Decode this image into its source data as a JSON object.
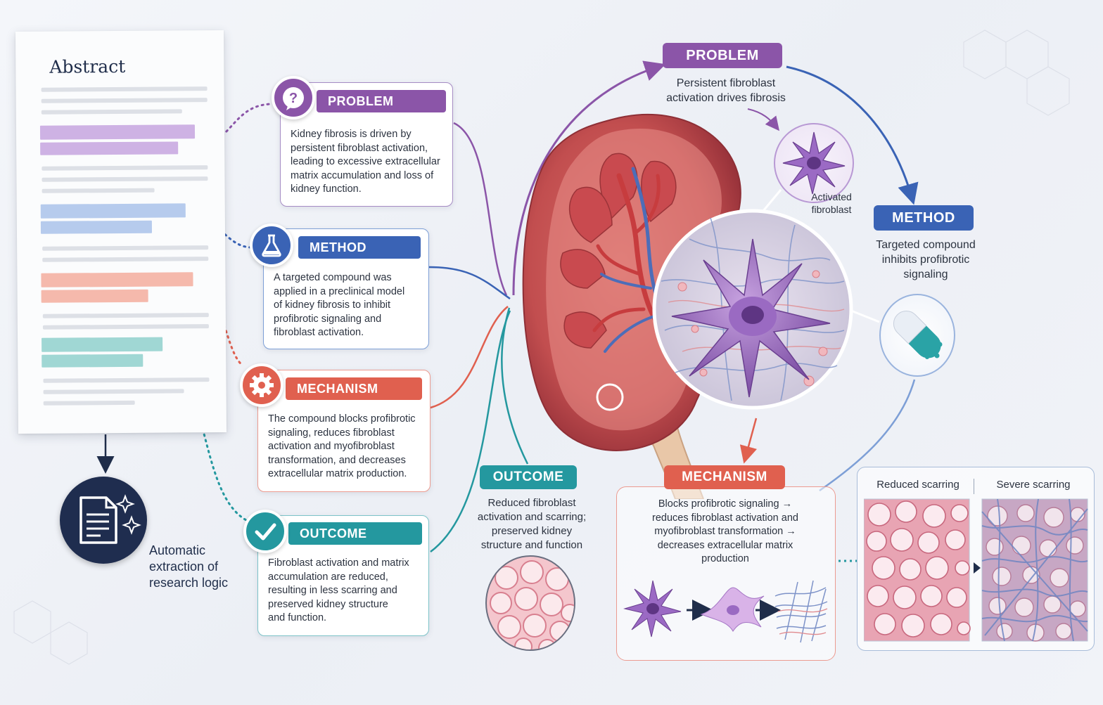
{
  "abstract": {
    "title": "Abstract"
  },
  "auto_extraction": {
    "label": "Automatic\nextraction of\nresearch logic"
  },
  "cards": {
    "problem": {
      "label": "PROBLEM",
      "text": "Kidney fibrosis is driven by\npersistent fibroblast activation,\nleading to excessive extracellular\nmatrix accumulation and loss of\nkidney function."
    },
    "method": {
      "label": "METHOD",
      "text": "A targeted compound was\napplied in a preclinical model\nof kidney fibrosis to inhibit\nprofibrotic signaling and\nfibroblast activation."
    },
    "mechanism": {
      "label": "MECHANISM",
      "text": "The compound blocks profibrotic\nsignaling, reduces fibroblast\nactivation and myofibroblast\ntransformation, and decreases\nextracellular matrix production."
    },
    "outcome": {
      "label": "OUTCOME",
      "text": "Fibroblast activation and matrix\naccumulation are reduced,\nresulting in less scarring and\npreserved kidney structure\nand function."
    }
  },
  "diagram": {
    "problem": {
      "label": "PROBLEM",
      "text": "Persistent fibroblast\nactivation drives fibrosis"
    },
    "activated": {
      "label": "Activated\nfibroblast"
    },
    "method": {
      "label": "METHOD",
      "text": "Targeted compound\ninhibits profibrotic\nsignaling"
    },
    "outcome": {
      "label": "OUTCOME",
      "text": "Reduced fibroblast\nactivation and scarring;\npreserved kidney\nstructure and function"
    },
    "mechanism": {
      "label": "MECHANISM",
      "text": "Blocks profibrotic signaling →\nreduces fibroblast activation and\nmyofibroblast transformation →\ndecreases extracellular matrix\nproduction"
    },
    "comparison": {
      "left": "Reduced scarring",
      "right": "Severe scarring"
    }
  },
  "colors": {
    "problem": "#8b55a8",
    "method": "#3a63b5",
    "mechanism": "#e0604f",
    "outcome": "#24989f"
  },
  "icons": {
    "problem": "question-icon",
    "method": "flask-icon",
    "mechanism": "gear-icon",
    "outcome": "checkmark-icon",
    "extraction": "document-sparkle-icon",
    "method_diagram": "capsule-icon"
  }
}
